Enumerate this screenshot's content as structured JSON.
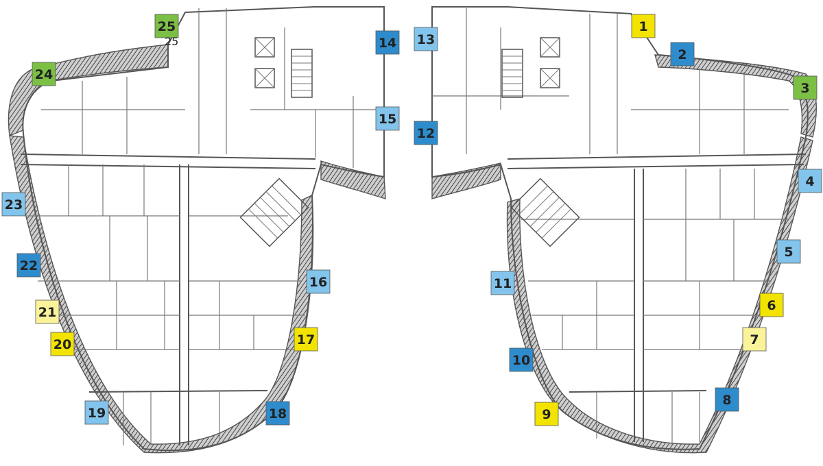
{
  "plan": {
    "colors": {
      "yellow": "#f2e300",
      "pale_yellow": "#fbf39a",
      "light_blue": "#82c4ec",
      "blue": "#2e8ccd",
      "green": "#7bbf45",
      "facade": "#8a8a8a",
      "wall": "#555555"
    },
    "units": [
      {
        "label": "1",
        "color": "yellow"
      },
      {
        "label": "2",
        "color": "blue"
      },
      {
        "label": "3",
        "color": "green"
      },
      {
        "label": "4",
        "color": "light_blue"
      },
      {
        "label": "5",
        "color": "light_blue"
      },
      {
        "label": "6",
        "color": "yellow"
      },
      {
        "label": "7",
        "color": "pale_yellow"
      },
      {
        "label": "8",
        "color": "blue"
      },
      {
        "label": "9",
        "color": "yellow"
      },
      {
        "label": "10",
        "color": "blue"
      },
      {
        "label": "11",
        "color": "light_blue"
      },
      {
        "label": "12",
        "color": "blue"
      },
      {
        "label": "13",
        "color": "light_blue"
      },
      {
        "label": "14",
        "color": "blue"
      },
      {
        "label": "15",
        "color": "light_blue"
      },
      {
        "label": "16",
        "color": "light_blue"
      },
      {
        "label": "17",
        "color": "yellow"
      },
      {
        "label": "18",
        "color": "blue"
      },
      {
        "label": "19",
        "color": "light_blue"
      },
      {
        "label": "20",
        "color": "yellow"
      },
      {
        "label": "21",
        "color": "pale_yellow"
      },
      {
        "label": "22",
        "color": "blue"
      },
      {
        "label": "23",
        "color": "light_blue"
      },
      {
        "label": "24",
        "color": "green"
      },
      {
        "label": "25",
        "color": "green"
      }
    ],
    "extra_text": "25"
  }
}
